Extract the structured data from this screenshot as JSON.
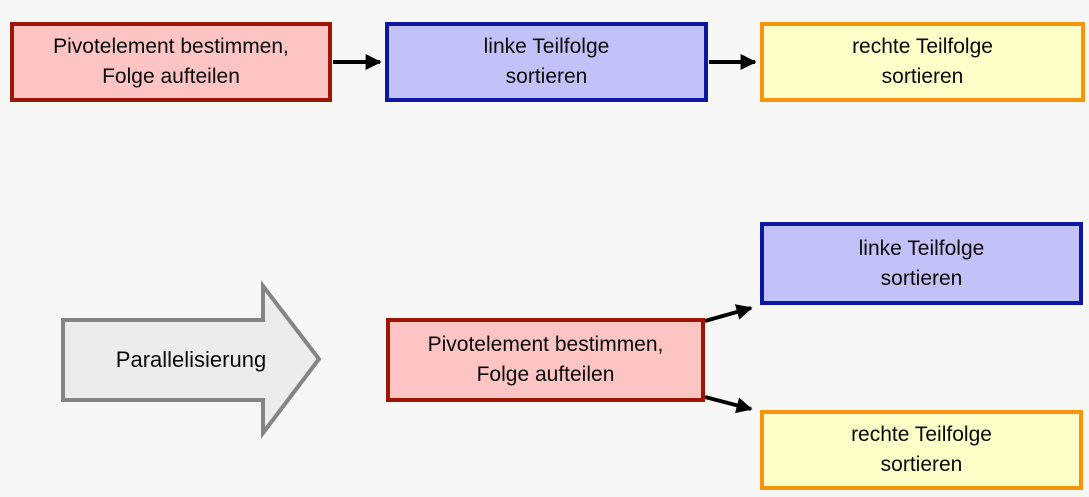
{
  "colors": {
    "background": "#f7f7f6",
    "pivot_fill": "#fcc4c2",
    "pivot_border": "#9e1506",
    "left_fill": "#c2c1f8",
    "left_border": "#0b17a0",
    "right_fill": "#feffc8",
    "right_border": "#f8940b",
    "big_arrow_fill": "#ececec",
    "big_arrow_border": "#858585",
    "connector": "#000000"
  },
  "sequential_flow": {
    "pivot_box": {
      "lines": [
        "Pivotelement bestimmen,",
        "Folge aufteilen"
      ]
    },
    "left_box": {
      "lines": [
        "linke Teilfolge",
        "sortieren"
      ]
    },
    "right_box": {
      "lines": [
        "rechte Teilfolge",
        "sortieren"
      ]
    }
  },
  "parallel_flow": {
    "transform_arrow_label": "Parallelisierung",
    "pivot_box": {
      "lines": [
        "Pivotelement bestimmen,",
        "Folge aufteilen"
      ]
    },
    "left_box": {
      "lines": [
        "linke Teilfolge",
        "sortieren"
      ]
    },
    "right_box": {
      "lines": [
        "rechte Teilfolge",
        "sortieren"
      ]
    }
  }
}
